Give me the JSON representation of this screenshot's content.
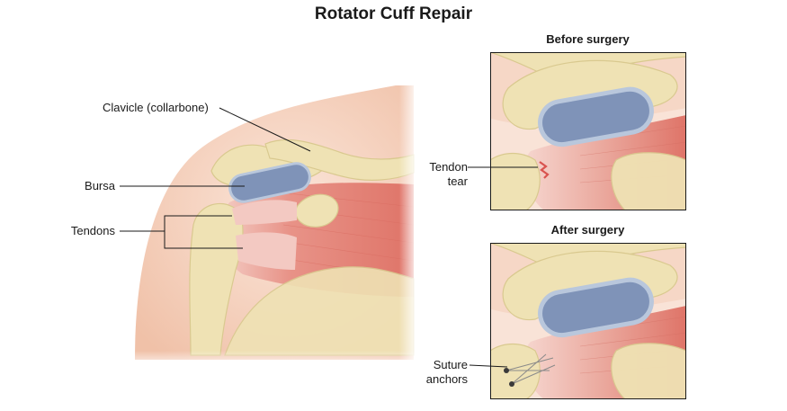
{
  "title": "Rotator Cuff Repair",
  "main_labels": {
    "clavicle": "Clavicle (collarbone)",
    "bursa": "Bursa",
    "tendons": "Tendons"
  },
  "panels": {
    "before": {
      "title": "Before surgery",
      "label_line1": "Tendon",
      "label_line2": "tear"
    },
    "after": {
      "title": "After surgery",
      "label_line1": "Suture",
      "label_line2": "anchors"
    }
  },
  "colors": {
    "skin": "#f6d7c6",
    "bone": "#efe2b4",
    "bone_outline": "#d9c98f",
    "bursa": "#7f93b8",
    "bursa_outline": "#b9c7dc",
    "tendon": "#f3c9c2",
    "muscle": "#e27d73",
    "tear": "#d9534f",
    "leader_line": "#1a1a1a"
  }
}
